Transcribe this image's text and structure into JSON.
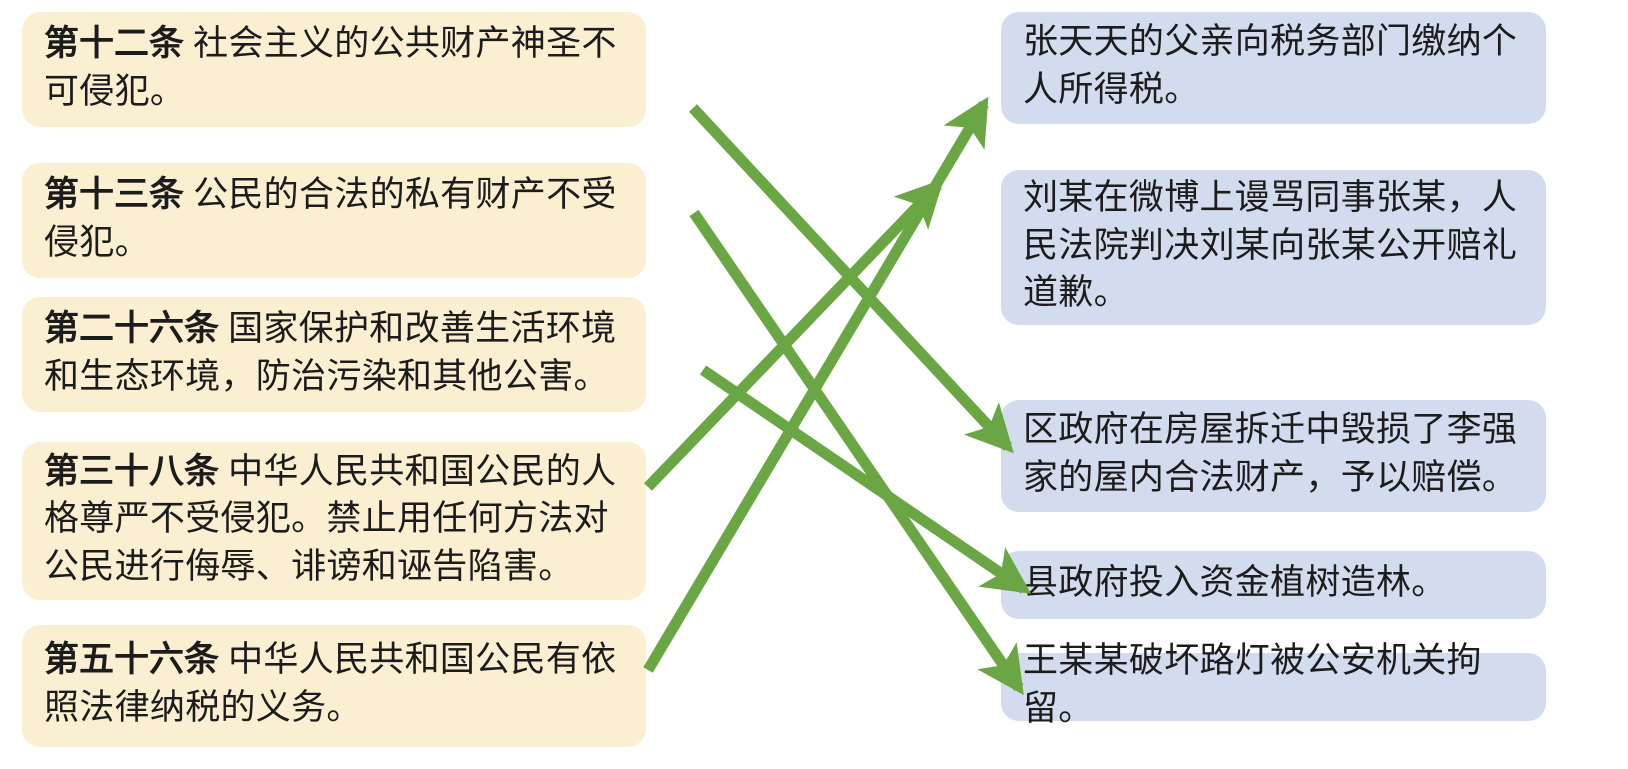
{
  "colors": {
    "left_card_bg": "#FBEFD2",
    "right_card_bg": "#D3DCEE",
    "arrow": "#6BA644",
    "text": "#1C1C1C",
    "page_bg": "#FFFFFF"
  },
  "left_column": {
    "items": [
      {
        "id": "article-12",
        "number": "第十二条",
        "body": "社会主义的公共财产神圣不可侵犯。"
      },
      {
        "id": "article-13",
        "number": "第十三条",
        "body": "公民的合法的私有财产不受侵犯。"
      },
      {
        "id": "article-26",
        "number": "第二十六条",
        "body": "国家保护和改善生活环境和生态环境，防治污染和其他公害。"
      },
      {
        "id": "article-38",
        "number": "第三十八条",
        "body": "中华人民共和国公民的人格尊严不受侵犯。禁止用任何方法对公民进行侮辱、诽谤和诬告陷害。"
      },
      {
        "id": "article-56",
        "number": "第五十六条",
        "body": "中华人民共和国公民有依照法律纳税的义务。"
      }
    ]
  },
  "right_column": {
    "items": [
      {
        "id": "case-tax",
        "text": "张天天的父亲向税务部门缴纳个人所得税。"
      },
      {
        "id": "case-defamation",
        "text": "刘某在微博上谩骂同事张某，人民法院判决刘某向张某公开赔礼道歉。"
      },
      {
        "id": "case-property-damage",
        "text": "区政府在房屋拆迁中毁损了李强家的屋内合法财产，予以赔偿。"
      },
      {
        "id": "case-afforestation",
        "text": "县政府投入资金植树造林。"
      },
      {
        "id": "case-streetlight",
        "text": "王某某破坏路灯被公安机关拘留。"
      }
    ]
  },
  "connections": [
    {
      "id": "link-12-to-property-damage",
      "from": "article-12",
      "to": "case-property-damage"
    },
    {
      "id": "link-13-to-streetlight",
      "from": "article-13",
      "to": "case-streetlight"
    },
    {
      "id": "link-26-to-afforestation",
      "from": "article-26",
      "to": "case-afforestation"
    },
    {
      "id": "link-38-to-defamation",
      "from": "article-38",
      "to": "case-defamation"
    },
    {
      "id": "link-56-to-tax",
      "from": "article-56",
      "to": "case-tax"
    }
  ]
}
